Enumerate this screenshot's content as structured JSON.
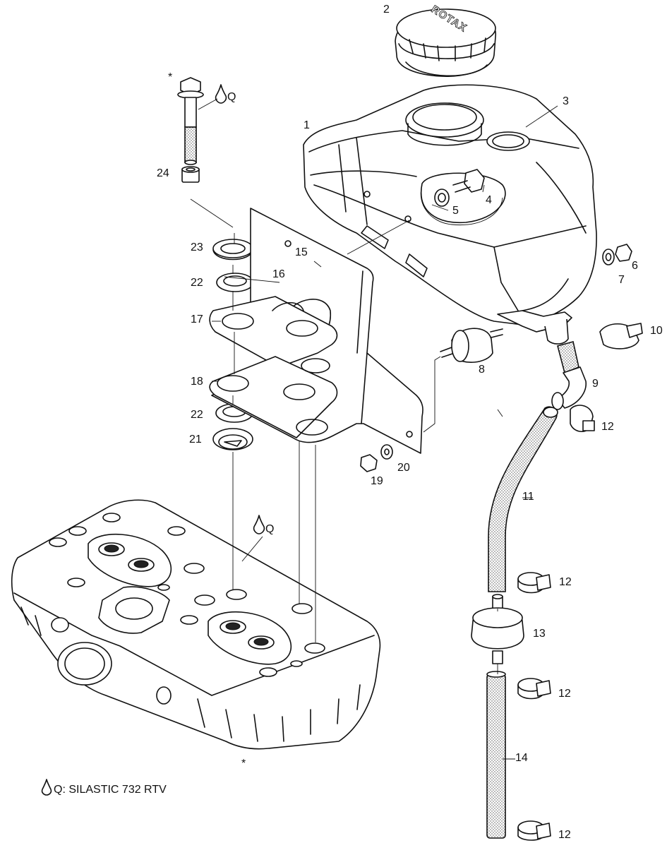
{
  "callouts": [
    {
      "id": "c1",
      "text": "1"
    },
    {
      "id": "c2",
      "text": "2"
    },
    {
      "id": "c3",
      "text": "3"
    },
    {
      "id": "c4",
      "text": "4"
    },
    {
      "id": "c5",
      "text": "5"
    },
    {
      "id": "c6",
      "text": "6"
    },
    {
      "id": "c7",
      "text": "7"
    },
    {
      "id": "c8",
      "text": "8"
    },
    {
      "id": "c9",
      "text": "9"
    },
    {
      "id": "c10",
      "text": "10"
    },
    {
      "id": "c11",
      "text": "11"
    },
    {
      "id": "c12a",
      "text": "12"
    },
    {
      "id": "c12b",
      "text": "12"
    },
    {
      "id": "c12c",
      "text": "12"
    },
    {
      "id": "c12d",
      "text": "12"
    },
    {
      "id": "c13",
      "text": "13"
    },
    {
      "id": "c14",
      "text": "14"
    },
    {
      "id": "c15",
      "text": "15"
    },
    {
      "id": "c16",
      "text": "16"
    },
    {
      "id": "c17",
      "text": "17"
    },
    {
      "id": "c18",
      "text": "18"
    },
    {
      "id": "c19",
      "text": "19"
    },
    {
      "id": "c20",
      "text": "20"
    },
    {
      "id": "c21",
      "text": "21"
    },
    {
      "id": "c22a",
      "text": "22"
    },
    {
      "id": "c22b",
      "text": "22"
    },
    {
      "id": "c23",
      "text": "23"
    },
    {
      "id": "c24",
      "text": "24"
    }
  ],
  "sealant_marks": [
    {
      "id": "q1",
      "text": "Q"
    },
    {
      "id": "q2",
      "text": "Q"
    }
  ],
  "asterisk_marks": [
    {
      "id": "a1",
      "text": "*"
    },
    {
      "id": "a2",
      "text": "*"
    }
  ],
  "cap_logo": "ROTAX",
  "legend": {
    "text": "Q: SILASTIC 732 RTV"
  }
}
